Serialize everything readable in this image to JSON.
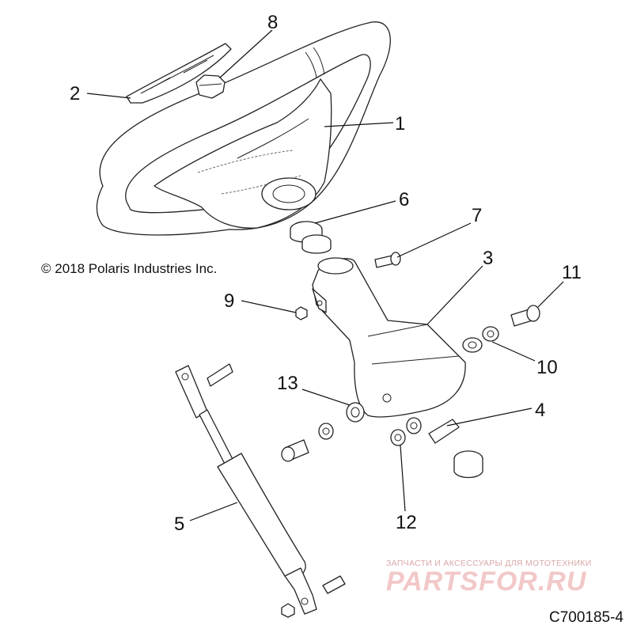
{
  "diagram": {
    "copyright": "© 2018 Polaris Industries Inc.",
    "part_number": "C700185-4",
    "watermark": {
      "tagline": "ЗАПЧАСТИ И АКСЕССУАРЫ ДЛЯ МОТОТЕХНИКИ",
      "logo": "PARTSFOR.RU"
    },
    "callouts": [
      {
        "id": "1",
        "label": "1"
      },
      {
        "id": "2",
        "label": "2"
      },
      {
        "id": "3",
        "label": "3"
      },
      {
        "id": "4",
        "label": "4"
      },
      {
        "id": "5",
        "label": "5"
      },
      {
        "id": "6",
        "label": "6"
      },
      {
        "id": "7",
        "label": "7"
      },
      {
        "id": "8",
        "label": "8"
      },
      {
        "id": "9",
        "label": "9"
      },
      {
        "id": "10",
        "label": "10"
      },
      {
        "id": "11",
        "label": "11"
      },
      {
        "id": "12",
        "label": "12"
      },
      {
        "id": "13",
        "label": "13"
      }
    ]
  }
}
